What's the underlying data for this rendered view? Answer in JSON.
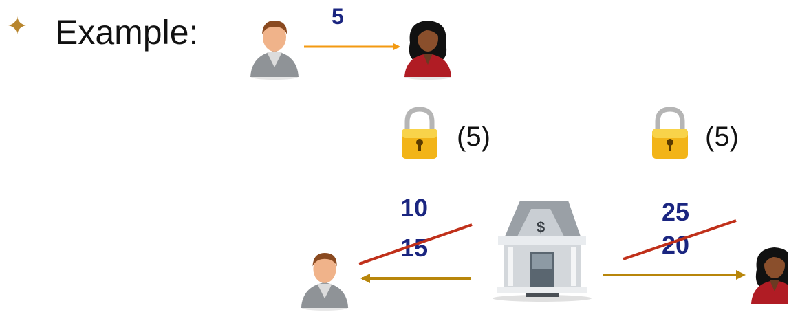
{
  "heading": {
    "label": "Example:"
  },
  "transfer": {
    "amount": "5"
  },
  "locks": [
    {
      "amount": "(5)"
    },
    {
      "amount": "(5)"
    }
  ],
  "left_balance": {
    "old_value": "15",
    "new_value": "10"
  },
  "right_balance": {
    "old_value": "25",
    "new_value": "20"
  },
  "colors": {
    "accent_arrow": "#f39a12",
    "channel_arrow": "#b8860b",
    "strike": "#c0301a",
    "number": "#1a2580",
    "bullet": "#b8862e"
  },
  "icons": [
    "four-point-star-icon",
    "man-user-icon",
    "woman-user-icon",
    "padlock-icon",
    "bank-icon"
  ]
}
